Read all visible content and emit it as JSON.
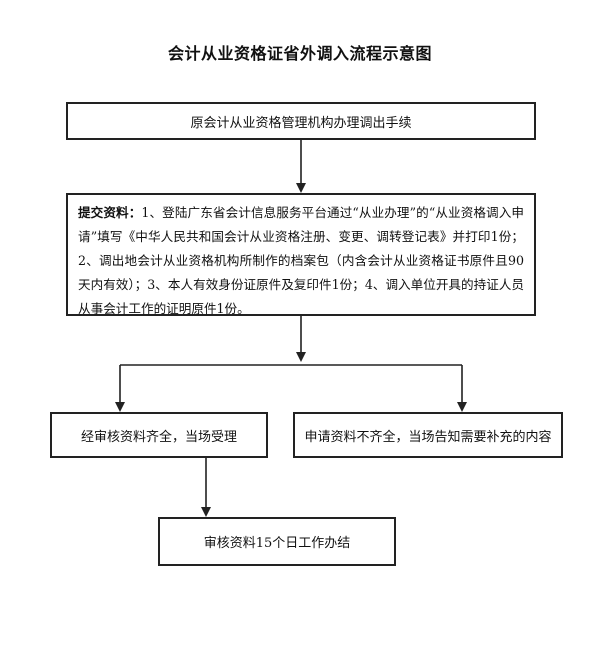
{
  "title": "会计从业资格证省外调入流程示意图",
  "steps": {
    "step1": "原会计从业资格管理机构办理调出手续",
    "step2_lead": "提交资料：",
    "step2_body": "1、登陆广东省会计信息服务平台通过“从业办理”的“从业资格调入申请”填写《中华人民共和国会计从业资格注册、变更、调转登记表》并打印1份；2、调出地会计从业资格机构所制作的档案包（内含会计从业资格证书原件且90天内有效）；3、本人有效身份证原件及复印件1份；4、调入单位开具的持证人员从事会计工作的证明原件1份。",
    "step3_complete": "经审核资料齐全，当场受理",
    "step3_incomplete": "申请资料不齐全，当场告知需要补充的内容",
    "step4": "审核资料15个日工作办结"
  }
}
